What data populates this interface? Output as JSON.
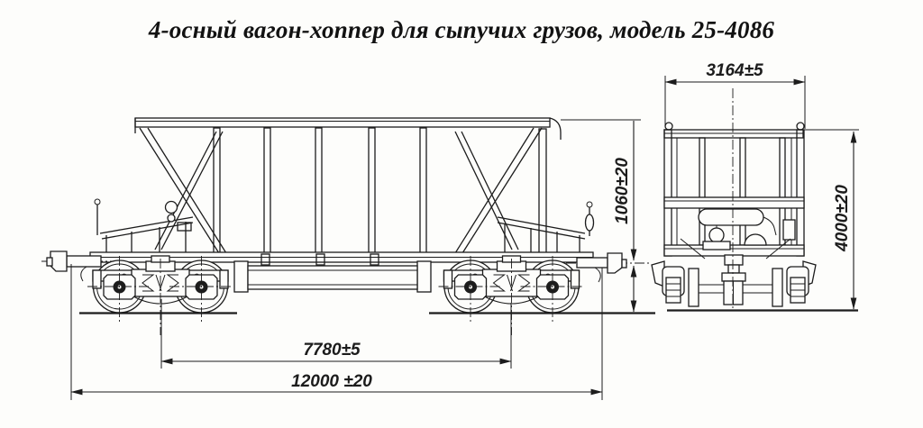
{
  "title": "4-осный вагон-хоппер для сыпучих грузов, модель 25-4086",
  "dimensions": {
    "end_width": "3164±5",
    "coupler_height": "1060±20",
    "overall_height": "4000±20",
    "bogie_base": "7780±5",
    "overall_length": "12000 ±20"
  },
  "colors": {
    "ink": "#1c1c1c",
    "paper": "#fdfdfb"
  }
}
